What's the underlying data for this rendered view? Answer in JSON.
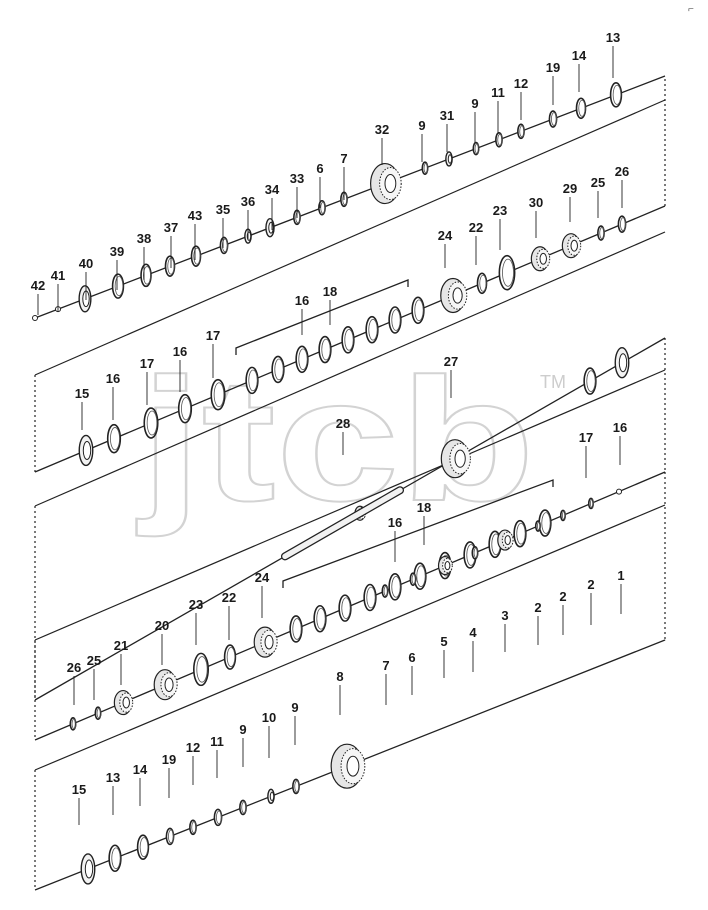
{
  "watermark": {
    "text": "jtcb",
    "trademark": "TM"
  },
  "corner_mark": "⌐",
  "rows": [
    {
      "name": "row-1",
      "labels": [
        "42",
        "41",
        "40",
        "39",
        "38",
        "37",
        "43",
        "35",
        "36",
        "34",
        "33",
        "6",
        "7",
        "32",
        "9",
        "31",
        "9",
        "11",
        "12",
        "19",
        "14",
        "13"
      ]
    },
    {
      "name": "row-2",
      "labels": [
        "15",
        "16",
        "17",
        "16",
        "17",
        "16",
        "18",
        "24",
        "22",
        "23",
        "30",
        "29",
        "25",
        "26"
      ]
    },
    {
      "name": "row-3",
      "labels": [
        "28",
        "27",
        "17",
        "16"
      ]
    },
    {
      "name": "row-4",
      "labels": [
        "26",
        "25",
        "21",
        "20",
        "23",
        "22",
        "24",
        "16",
        "18",
        "7",
        "6",
        "5",
        "4",
        "3",
        "2",
        "2",
        "2",
        "1"
      ]
    },
    {
      "name": "row-5",
      "labels": [
        "15",
        "13",
        "14",
        "19",
        "12",
        "11",
        "9",
        "10",
        "9",
        "8"
      ]
    }
  ]
}
